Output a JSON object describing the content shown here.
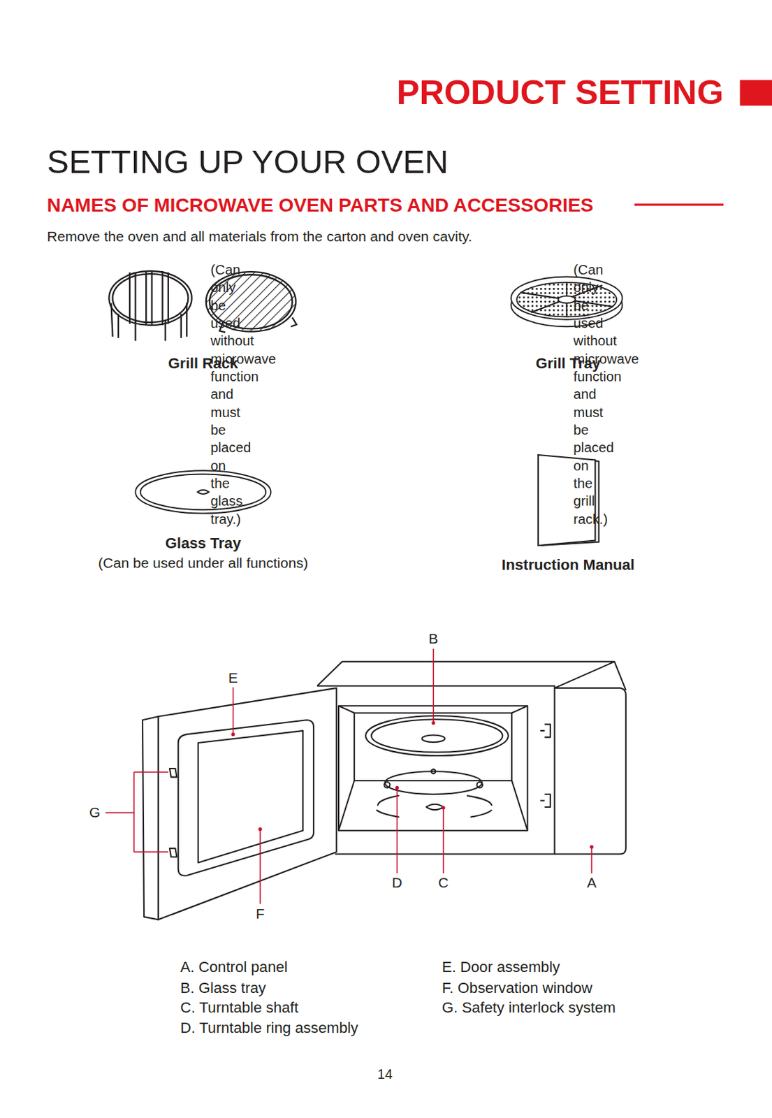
{
  "diagram": {
    "title": "SETTING UP YOUR OVEN",
    "labels": [
      "PRODUCT SETTING",
      "NAMES OF MICROWAVE OVEN PARTS AND ACCESSORIES",
      "Remove the oven and all materials from the carton and oven cavity.",
      "Grill Rack",
      "(Can only be used without microwave function and must be placed on the glass tray.)",
      "Grill Tray",
      "(Can only be used without microwave function and must be placed on the grill rack.)",
      "Glass Tray",
      "(Can be used under all functions)",
      "Instruction Manual",
      "B",
      "E",
      "G",
      "D",
      "C",
      "A",
      "F",
      "A.  Control panel",
      "B.  Glass tray",
      "C.  Turntable shaft",
      "D.  Turntable ring assembly",
      "E.   Door assembly",
      "F.  Observation window",
      "G.  Safety interlock system",
      "14"
    ]
  }
}
